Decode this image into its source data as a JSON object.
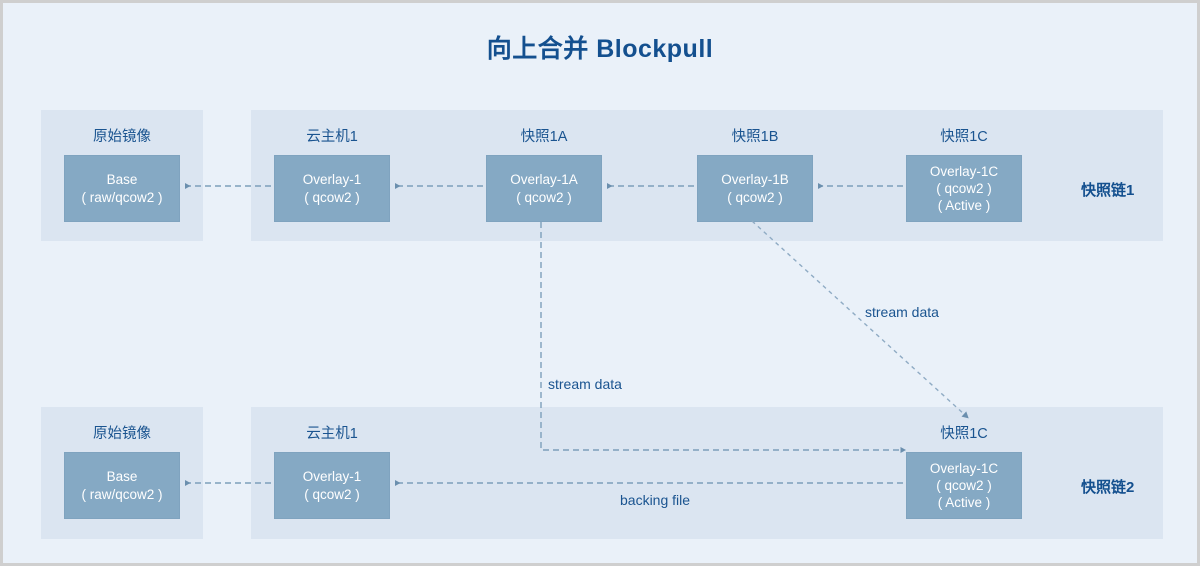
{
  "diagram": {
    "title": "向上合并 Blockpull",
    "background_color": "#eaf1f9",
    "panel_color": "#dbe5f1",
    "node_color": "#85a9c4",
    "accent_color": "#14508f",
    "chains": [
      {
        "id": "chain1",
        "label": "快照链1",
        "groups": [
          {
            "id": "origin",
            "label": "原始镜像",
            "node": {
              "lines": [
                "Base",
                "( raw/qcow2 )"
              ]
            }
          },
          {
            "id": "vm1",
            "label": "云主机1",
            "node": {
              "lines": [
                "Overlay-1",
                "( qcow2 )"
              ]
            }
          },
          {
            "id": "snap1a",
            "label": "快照1A",
            "node": {
              "lines": [
                "Overlay-1A",
                "( qcow2 )"
              ]
            }
          },
          {
            "id": "snap1b",
            "label": "快照1B",
            "node": {
              "lines": [
                "Overlay-1B",
                "( qcow2 )"
              ]
            }
          },
          {
            "id": "snap1c",
            "label": "快照1C",
            "node": {
              "lines": [
                "Overlay-1C",
                "( qcow2 )",
                "( Active )"
              ]
            }
          }
        ]
      },
      {
        "id": "chain2",
        "label": "快照链2",
        "groups": [
          {
            "id": "origin2",
            "label": "原始镜像",
            "node": {
              "lines": [
                "Base",
                "( raw/qcow2 )"
              ]
            }
          },
          {
            "id": "vm1b",
            "label": "云主机1",
            "node": {
              "lines": [
                "Overlay-1",
                "( qcow2 )"
              ]
            }
          },
          {
            "id": "snap1c2",
            "label": "快照1C",
            "node": {
              "lines": [
                "Overlay-1C",
                "( qcow2 )",
                "( Active )"
              ]
            }
          }
        ]
      }
    ],
    "edge_labels": {
      "stream_data_right": "stream data",
      "stream_data_left": "stream data",
      "backing_file": "backing file"
    }
  }
}
